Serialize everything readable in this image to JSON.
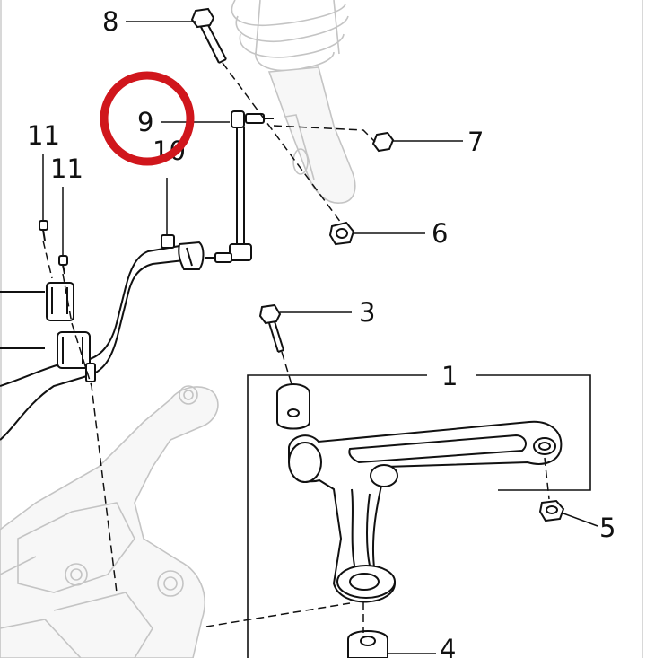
{
  "diagram": {
    "callouts": [
      {
        "id": "1",
        "label": "1"
      },
      {
        "id": "3",
        "label": "3"
      },
      {
        "id": "4",
        "label": "4"
      },
      {
        "id": "5",
        "label": "5"
      },
      {
        "id": "6",
        "label": "6"
      },
      {
        "id": "7",
        "label": "7"
      },
      {
        "id": "8",
        "label": "8"
      },
      {
        "id": "9",
        "label": "9"
      },
      {
        "id": "10",
        "label": "10"
      },
      {
        "id": "11a",
        "label": "11"
      },
      {
        "id": "11b",
        "label": "11"
      }
    ],
    "highlight": {
      "target": "9",
      "color": "#d0161c"
    },
    "colors": {
      "ink": "#111111",
      "ghost": "#c4c4c4",
      "highlight": "#d0161c"
    }
  }
}
